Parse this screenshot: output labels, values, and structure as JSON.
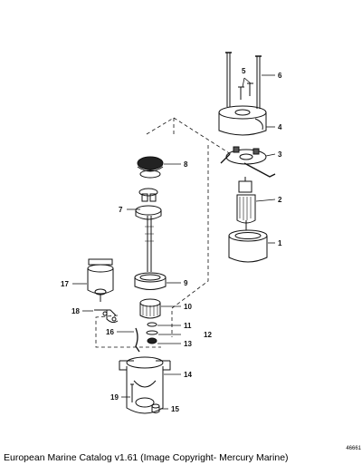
{
  "diagram": {
    "callouts": [
      "1",
      "2",
      "3",
      "4",
      "5",
      "6",
      "7",
      "8",
      "9",
      "10",
      "11",
      "12",
      "13",
      "14",
      "15",
      "16",
      "17",
      "18",
      "19"
    ],
    "diagram_code": "46661"
  },
  "caption": "European Marine Catalog v1.61 (Image Copyright- Mercury Marine)"
}
